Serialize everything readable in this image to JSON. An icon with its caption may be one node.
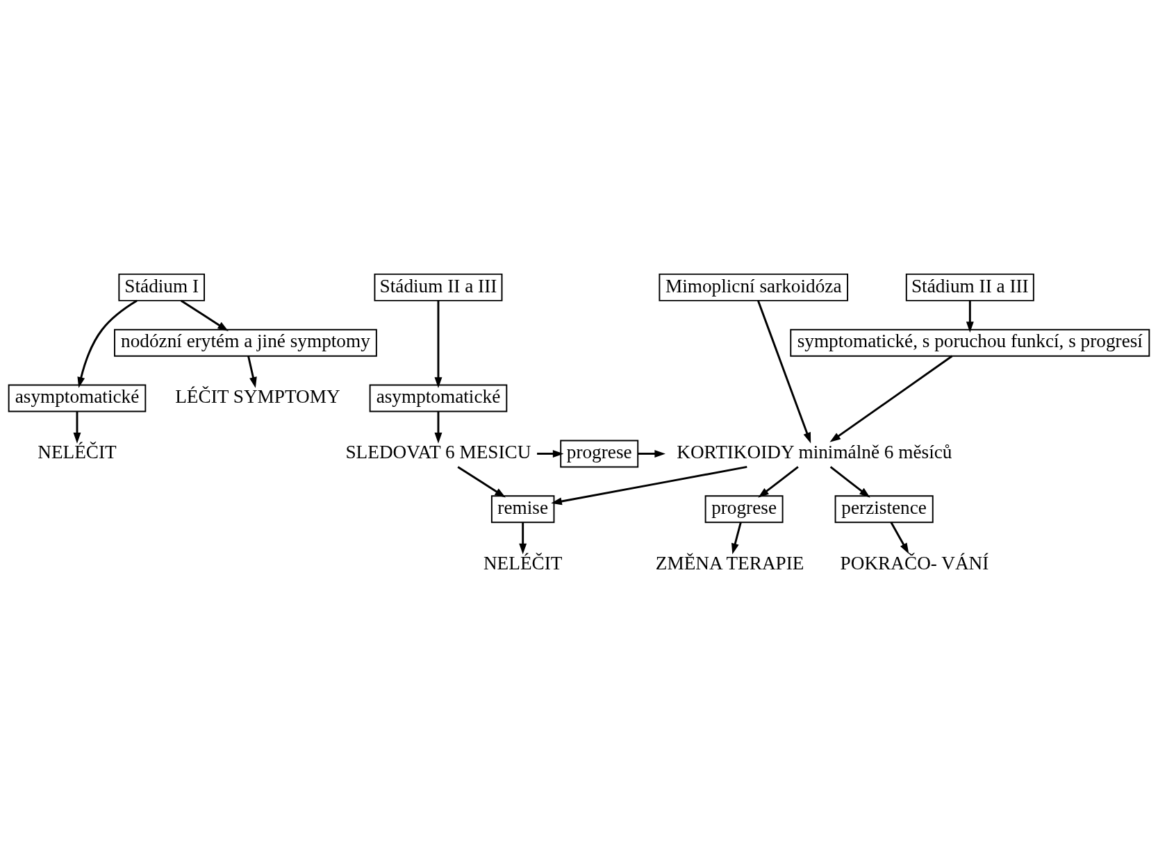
{
  "diagram": {
    "nodes": [
      {
        "text": [
          "Stádium I"
        ]
      },
      {
        "text": [
          "Stádium II a III"
        ]
      },
      {
        "text": [
          "Stádium II a III"
        ]
      },
      {
        "text": [
          "Mimoplicní sarkoidóza"
        ]
      },
      {
        "text": [
          "nodózní erytém a jiné symptomy"
        ]
      },
      {
        "text": [
          "symptomatické, s poruchou funkcí, s progresí"
        ]
      },
      {
        "text": [
          "asymptomatické"
        ]
      },
      {
        "text": [
          "asymptomatické"
        ]
      },
      {
        "text": [
          "NELÉČIT"
        ]
      },
      {
        "text": [
          "LÉČIT SYMPTOMY"
        ]
      },
      {
        "text": [
          "SLEDOVAT 6 MESICU"
        ]
      },
      {
        "text": [
          "progrese"
        ]
      },
      {
        "text": [
          "KORTIKOIDY minimálně 6 měsíců"
        ]
      },
      {
        "text": [
          "remise"
        ]
      },
      {
        "text": [
          "progrese"
        ]
      },
      {
        "text": [
          "perzistence"
        ]
      },
      {
        "text": [
          "NELÉČIT"
        ]
      },
      {
        "text": [
          "ZMĚNA TERAPIE"
        ]
      },
      {
        "text": [
          "POKRAČO- VÁNÍ"
        ]
      }
    ],
    "edges": [
      {
        "from": 0,
        "to": 6,
        "arrow": "to"
      },
      {
        "from": 0,
        "to": 4,
        "arrow": "to"
      },
      {
        "from": 1,
        "to": 7,
        "arrow": "to"
      },
      {
        "from": 2,
        "to": 5,
        "arrow": "to"
      },
      {
        "from": 3,
        "to": 12,
        "arrow": "to"
      },
      {
        "from": 4,
        "to": 9,
        "arrow": "to"
      },
      {
        "from": 5,
        "to": 12,
        "arrow": "to"
      },
      {
        "from": 6,
        "to": 8,
        "arrow": "to"
      },
      {
        "from": 7,
        "to": 10,
        "arrow": "to"
      },
      {
        "from": 10,
        "to": 11,
        "arrow": "to"
      },
      {
        "from": 11,
        "to": 12,
        "arrow": "to"
      },
      {
        "from": 10,
        "to": 13,
        "arrow": "to"
      },
      {
        "from": 12,
        "to": 13,
        "arrow": "to"
      },
      {
        "from": 12,
        "to": 14,
        "arrow": "to"
      },
      {
        "from": 12,
        "to": 15,
        "arrow": "to"
      },
      {
        "from": 13,
        "to": 16,
        "arrow": "to"
      },
      {
        "from": 14,
        "to": 17,
        "arrow": "to"
      },
      {
        "from": 15,
        "to": 18,
        "arrow": "to"
      }
    ]
  }
}
